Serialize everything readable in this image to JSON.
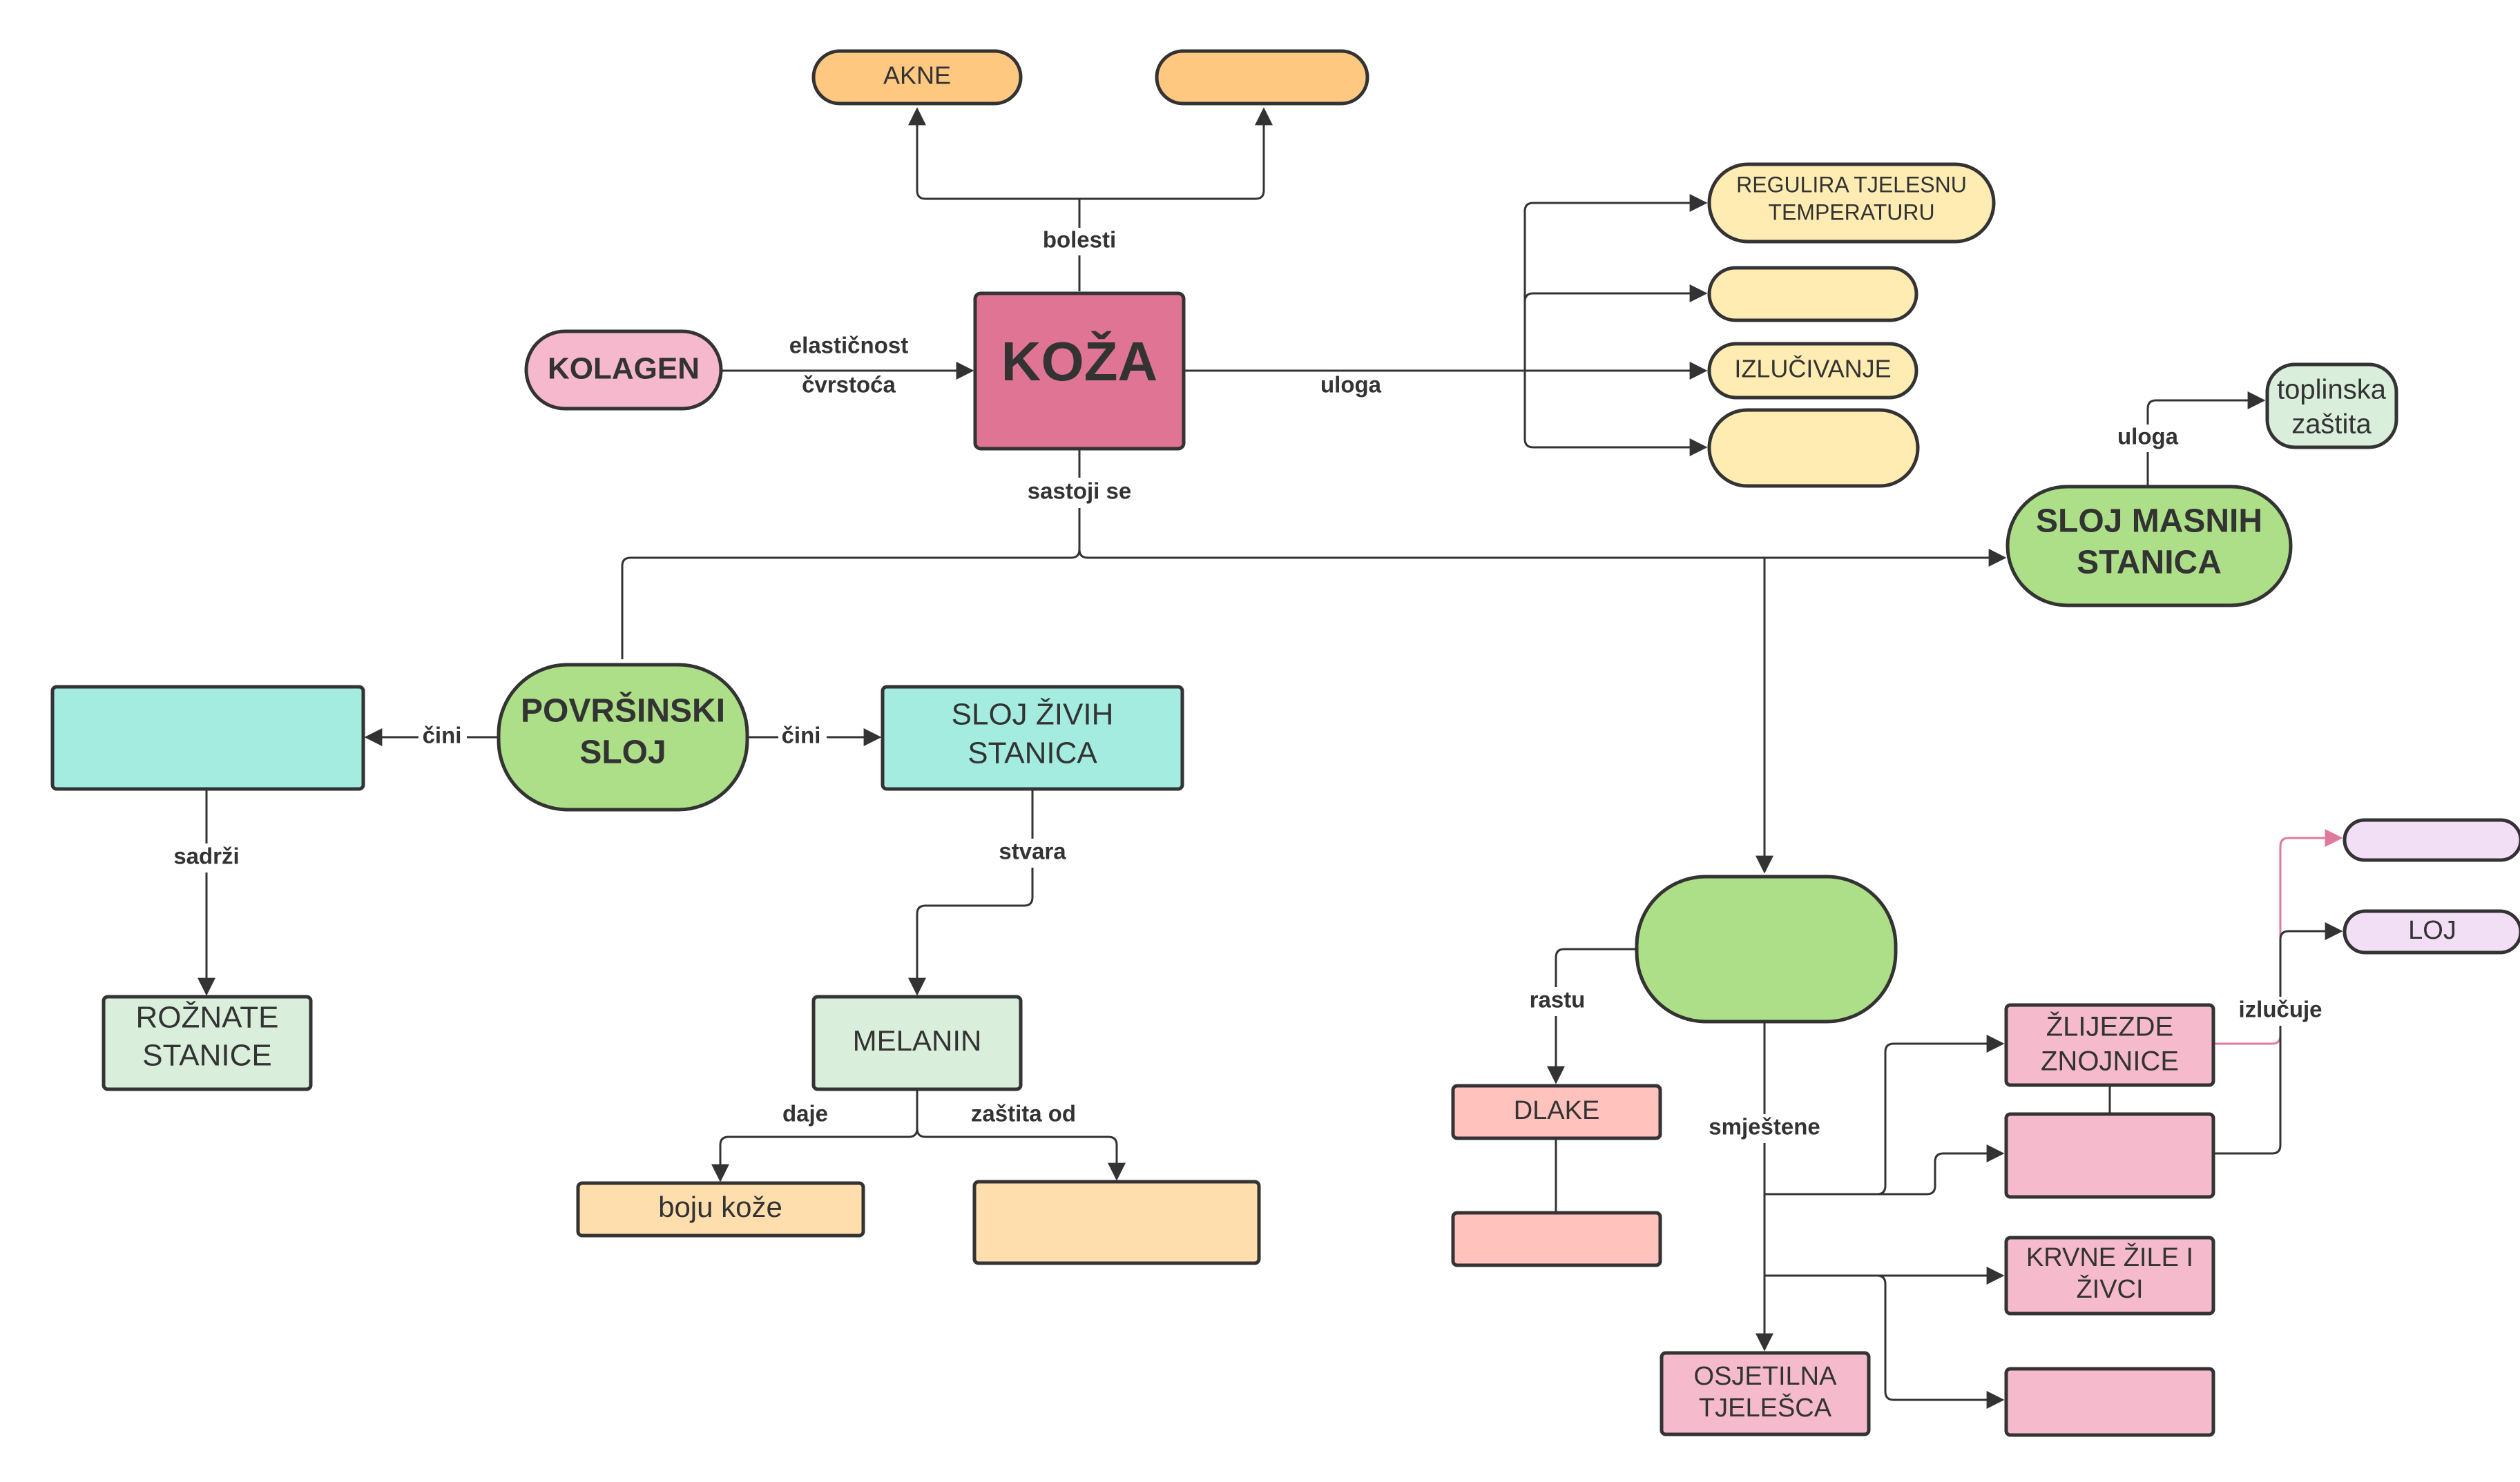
{
  "colors": {
    "stroke": "#333333",
    "koza": "#e07494",
    "kolagen": "#f5b8cc",
    "akne": "#ffc880",
    "uloga_items": "#ffecb3",
    "green": "#acdf87",
    "cyan": "#a4ece0",
    "mint": "#d9eedb",
    "peach": "#ffdeae",
    "salmon": "#ffc2bd",
    "pink": "#f5bbcd",
    "lavender": "#f2dff6",
    "pink_arrow": "#e07a9c"
  },
  "nodes": {
    "koza": "KOŽA",
    "kolagen": "KOLAGEN",
    "akne": "AKNE",
    "disease_2": "",
    "regulira": [
      "REGULIRA TJELESNU",
      "TEMPERATURU"
    ],
    "uloga_2": "",
    "izlucivanje": "IZLUČIVANJE",
    "uloga_4": "",
    "toplinska": [
      "toplinska",
      "zaštita"
    ],
    "sloj_masnih": [
      "SLOJ MASNIH",
      "STANICA"
    ],
    "povrsinski": [
      "POVRŠINSKI",
      "SLOJ"
    ],
    "left_layer": "",
    "sloj_zivih": [
      "SLOJ ŽIVIH",
      "STANICA"
    ],
    "roznate": [
      "ROŽNATE",
      "STANICE"
    ],
    "melanin": "MELANIN",
    "boju_koze": "boju kože",
    "protection_target": "",
    "middle_layer": "",
    "dlake": "DLAKE",
    "hair_2": "",
    "zlijezde": [
      "ŽLIJEZDE",
      "ZNOJNICE"
    ],
    "gland_2": "",
    "krvne": [
      "KRVNE ŽILE I",
      "ŽIVCI"
    ],
    "embedded_4": "",
    "osjetilna": [
      "OSJETILNA",
      "TJELEŠCA"
    ],
    "secretion_1": "",
    "loj": "LOJ"
  },
  "edges": {
    "bolesti": "bolesti",
    "elasticnost": "elastičnost",
    "cvrstoca": "čvrstoća",
    "uloga_main": "uloga",
    "sastoji_se": "sastoji se",
    "uloga_fat": "uloga",
    "cini_left": "čini",
    "cini_right": "čini",
    "sadrzi": "sadrži",
    "stvara": "stvara",
    "daje": "daje",
    "zastita_od": "zaštita od",
    "rastu": "rastu",
    "smjestene": "smještene",
    "izlucuje": "izlučuje"
  }
}
